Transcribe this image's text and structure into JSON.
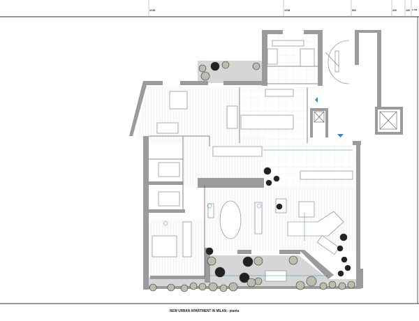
{
  "title": "NEW URBAN APARTMENT IN MILAN - pianta",
  "scale_bar": {
    "labels": [
      "20M",
      "10M",
      "5M",
      "2M",
      "1M",
      "0.5M"
    ]
  },
  "colors": {
    "wall": "#9b9b9b",
    "terrace": "#d6d6d6",
    "accent_blue": "#3b82c4",
    "tree_dark": "#222222",
    "tree_light": "#b9bfae"
  }
}
